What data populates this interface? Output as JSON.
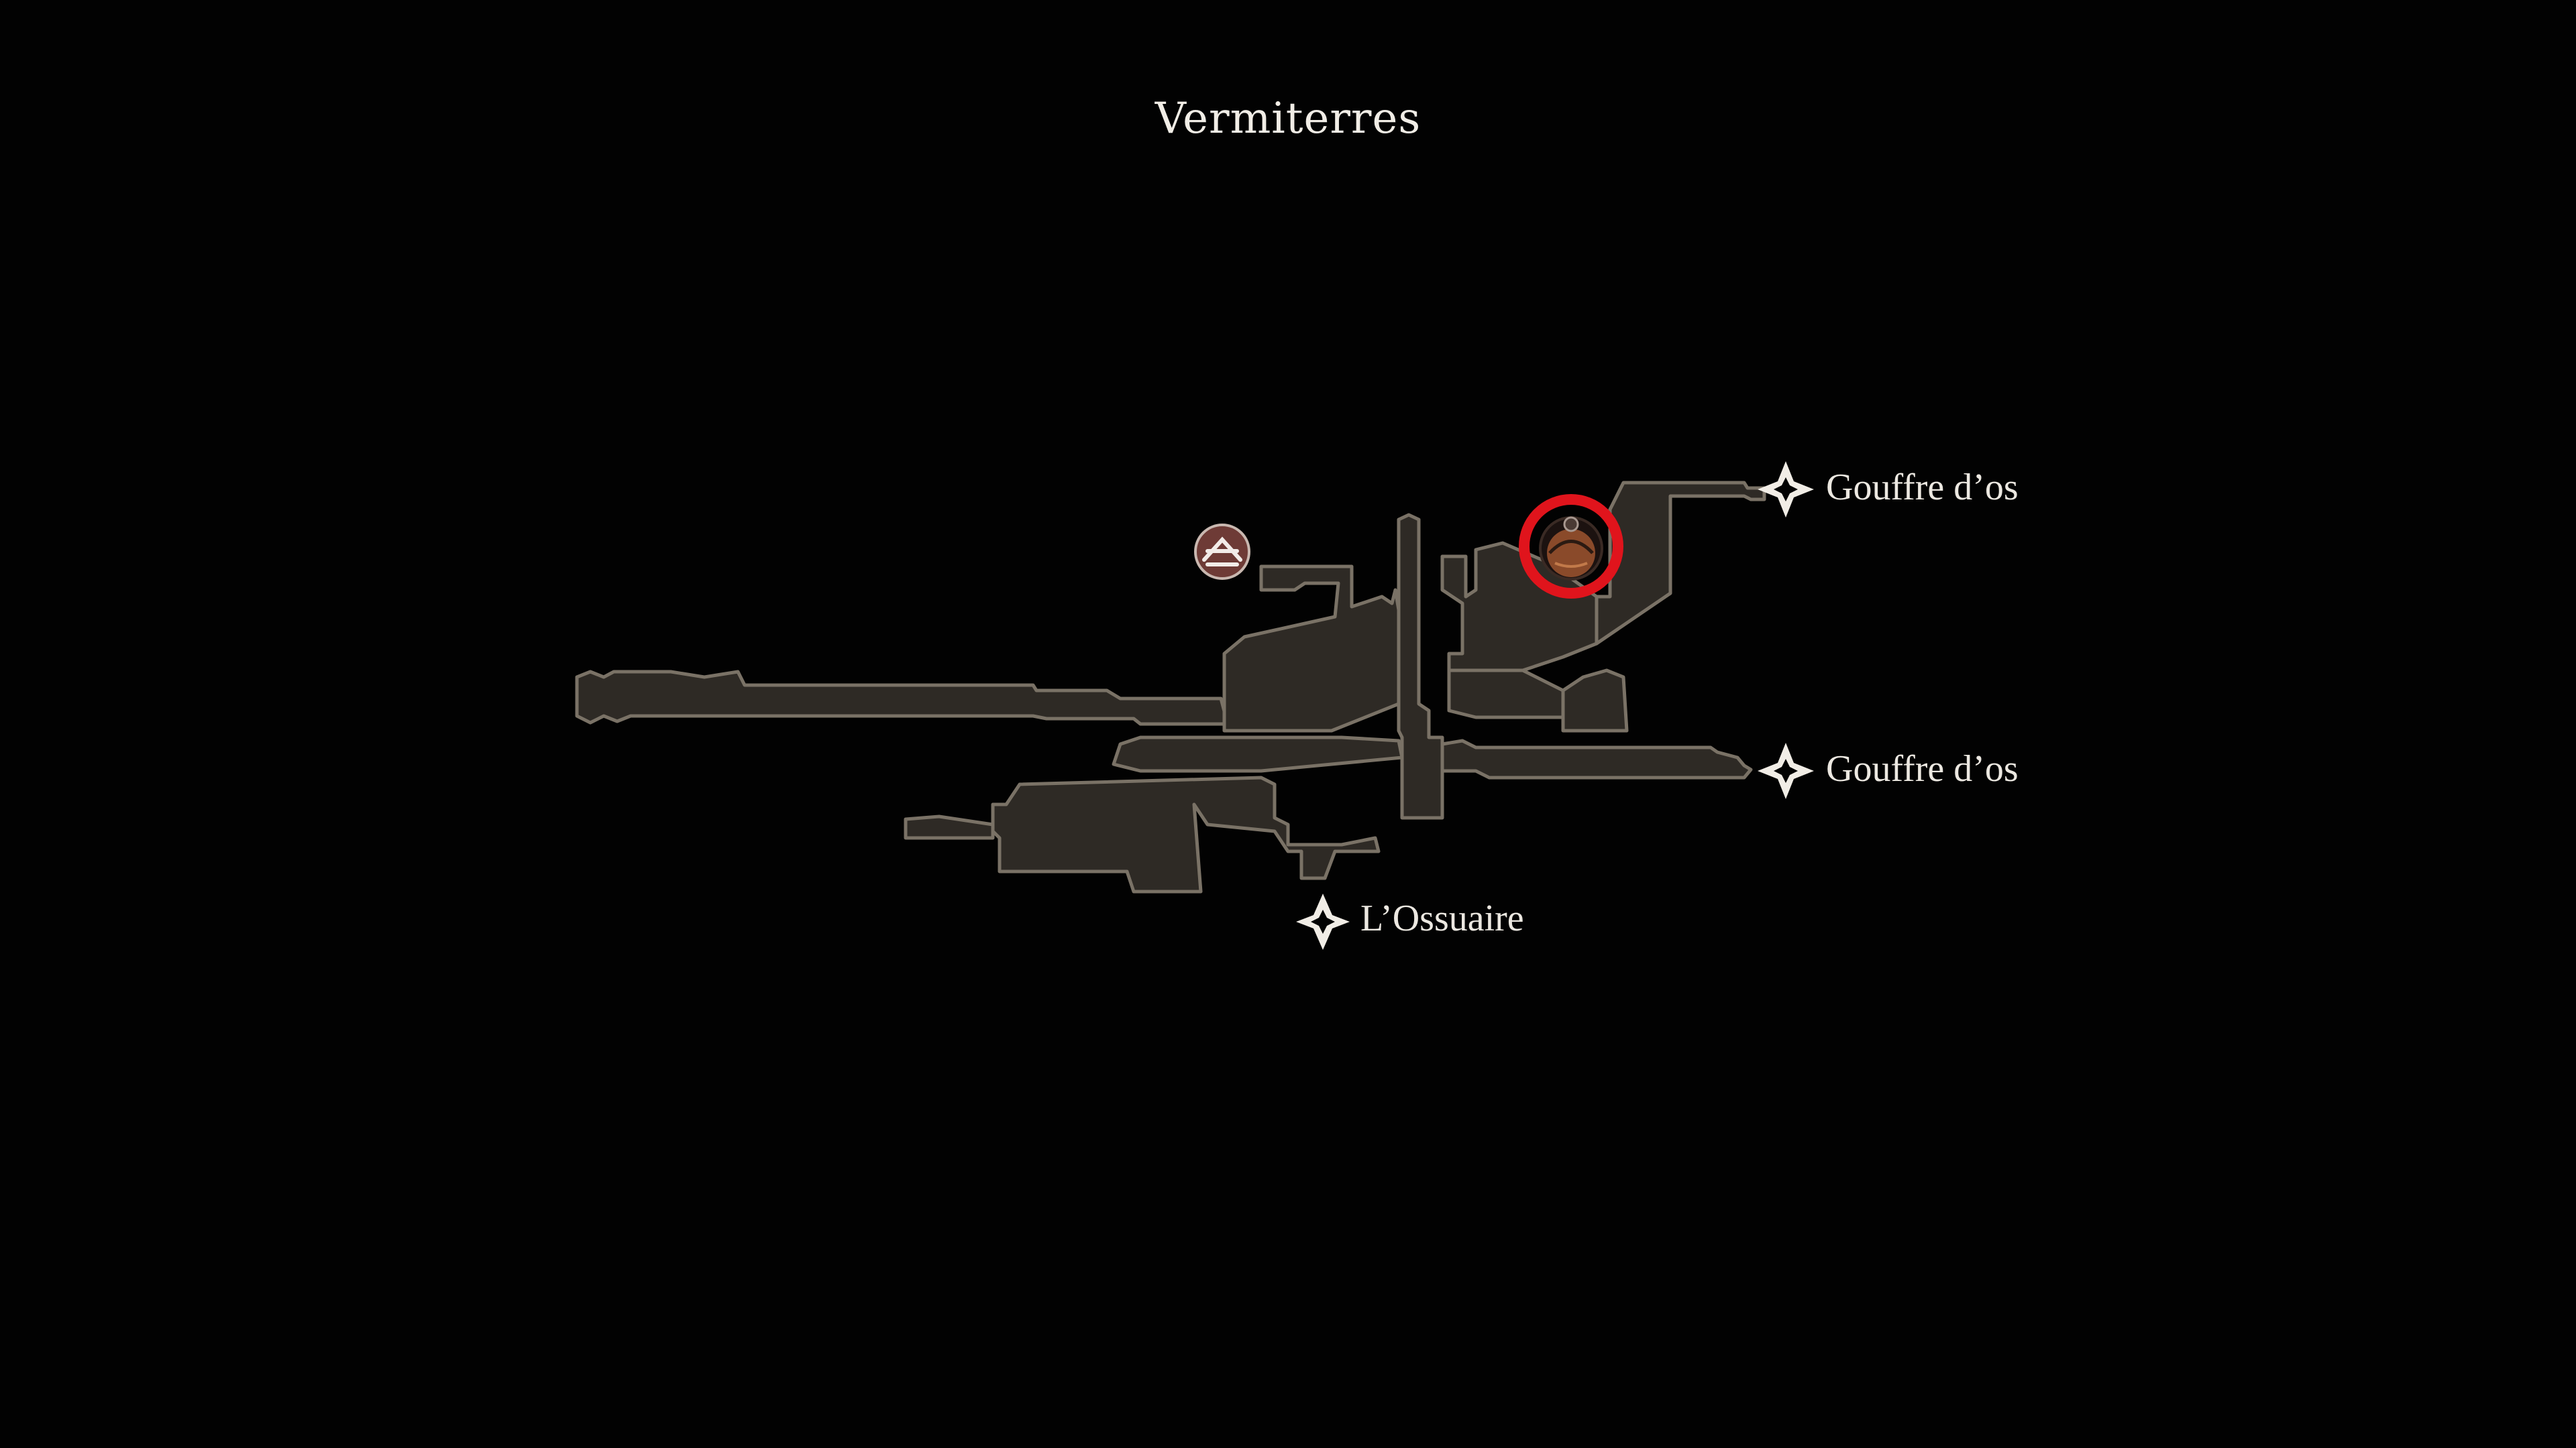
{
  "map": {
    "area_name": "Vermiterres",
    "colors": {
      "room_fill": "#2e2a25",
      "room_outline": "#7a7266",
      "highlight_ring": "#e0141c",
      "item_bell": "#8a4a2a",
      "bench_badge": "#6e3b36"
    },
    "exits": [
      {
        "label": "Gouffre d’os",
        "icon": "exit-compass-icon"
      },
      {
        "label": "Gouffre d’os",
        "icon": "exit-compass-icon"
      },
      {
        "label": "L’Ossuaire",
        "icon": "exit-compass-down-icon"
      }
    ],
    "markers": [
      {
        "type": "bench",
        "icon": "bench-icon"
      },
      {
        "type": "item",
        "icon": "bell-shrine-icon",
        "highlighted": true
      }
    ]
  }
}
